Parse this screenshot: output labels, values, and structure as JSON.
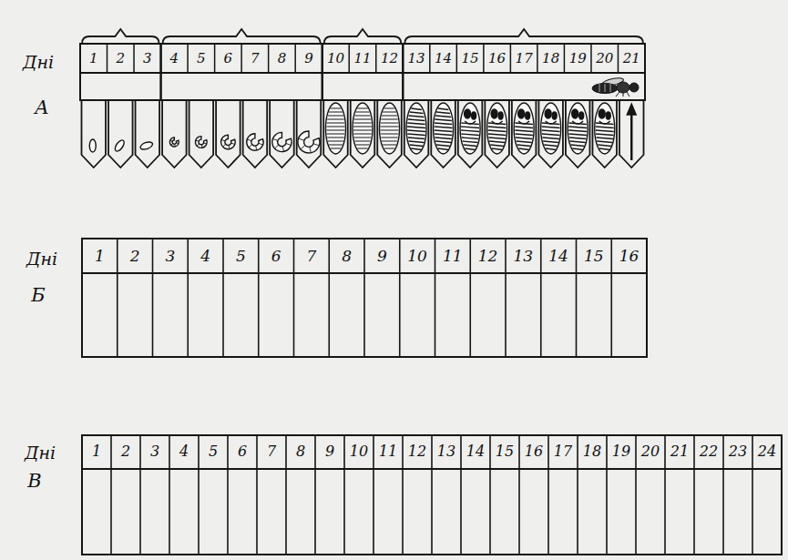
{
  "diagram": {
    "labels": [
      "Дні",
      "1",
      "2",
      "3",
      "4",
      "5",
      "6",
      "7",
      "8",
      "9",
      "10",
      "11",
      "12",
      "13",
      "14",
      "15",
      "16",
      "17",
      "18",
      "19",
      "20",
      "21",
      "А",
      "Дні",
      "1",
      "2",
      "3",
      "4",
      "5",
      "6",
      "7",
      "8",
      "9",
      "10",
      "11",
      "12",
      "13",
      "14",
      "15",
      "16",
      "Б",
      "Дні",
      "1",
      "2",
      "3",
      "4",
      "5",
      "6",
      "7",
      "8",
      "9",
      "10",
      "11",
      "12",
      "13",
      "14",
      "15",
      "16",
      "17",
      "18",
      "19",
      "20",
      "21",
      "22",
      "23",
      "24",
      "В"
    ]
  }
}
